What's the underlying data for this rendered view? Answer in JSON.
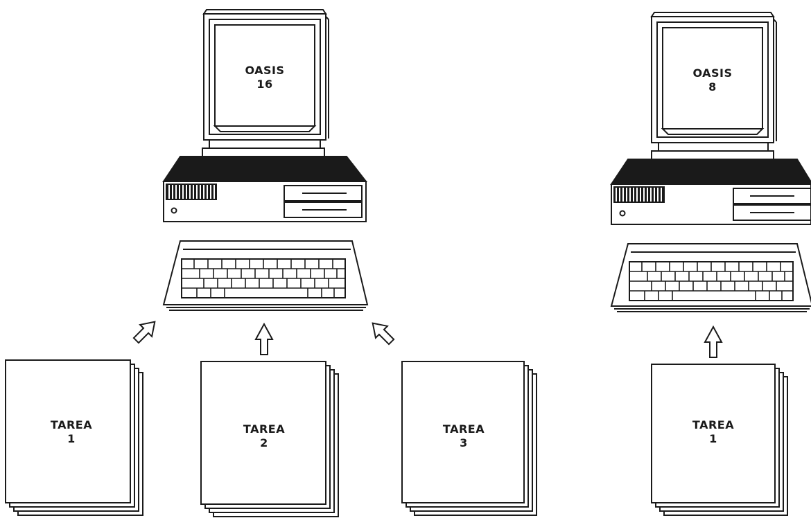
{
  "colors": {
    "ink": "#1a1a1a",
    "paper": "#ffffff"
  },
  "systems": [
    {
      "screen_text": [
        "OASIS",
        "16"
      ],
      "tasks": [
        {
          "label": [
            "TAREA",
            "1"
          ]
        },
        {
          "label": [
            "TAREA",
            "2"
          ]
        },
        {
          "label": [
            "TAREA",
            "3"
          ]
        }
      ]
    },
    {
      "screen_text": [
        "OASIS",
        "8"
      ],
      "tasks": [
        {
          "label": [
            "TAREA",
            "1"
          ]
        }
      ]
    }
  ]
}
